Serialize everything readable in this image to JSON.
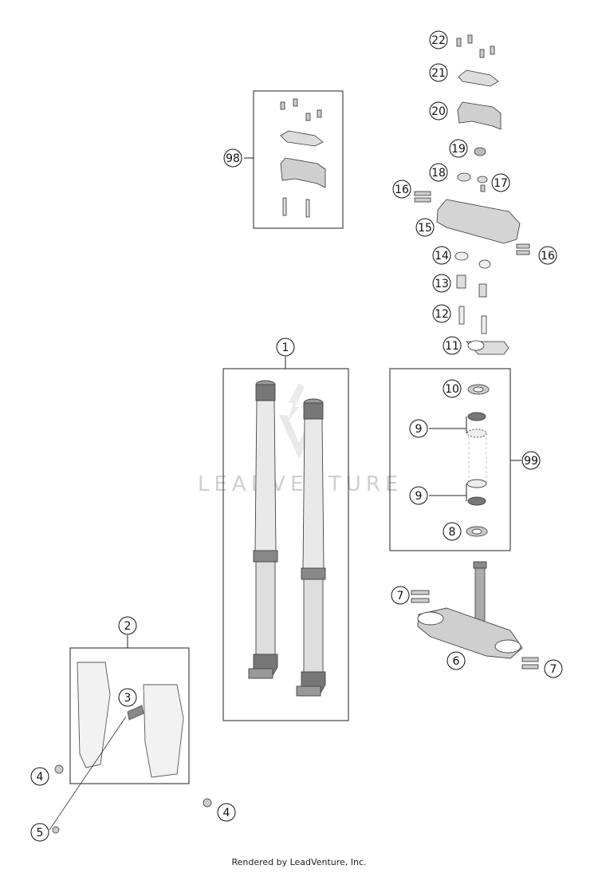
{
  "watermark": {
    "text": "LEADVENTURE"
  },
  "footer": {
    "text": "Rendered by LeadVenture, Inc."
  },
  "callouts": {
    "c22": "22",
    "c21": "21",
    "c20": "20",
    "c98": "98",
    "c19": "19",
    "c18": "18",
    "c16a": "16",
    "c17": "17",
    "c15": "15",
    "c14": "14",
    "c16b": "16",
    "c13": "13",
    "c12": "12",
    "c11": "11",
    "c1": "1",
    "c10": "10",
    "c9a": "9",
    "c99": "99",
    "c9b": "9",
    "c8": "8",
    "c7a": "7",
    "c6": "6",
    "c7b": "7",
    "c2": "2",
    "c3": "3",
    "c4a": "4",
    "c4b": "4",
    "c5": "5"
  },
  "colors": {
    "line": "#222222",
    "part_fill": "#e6e6e6",
    "part_dark": "#8a8a8a"
  }
}
